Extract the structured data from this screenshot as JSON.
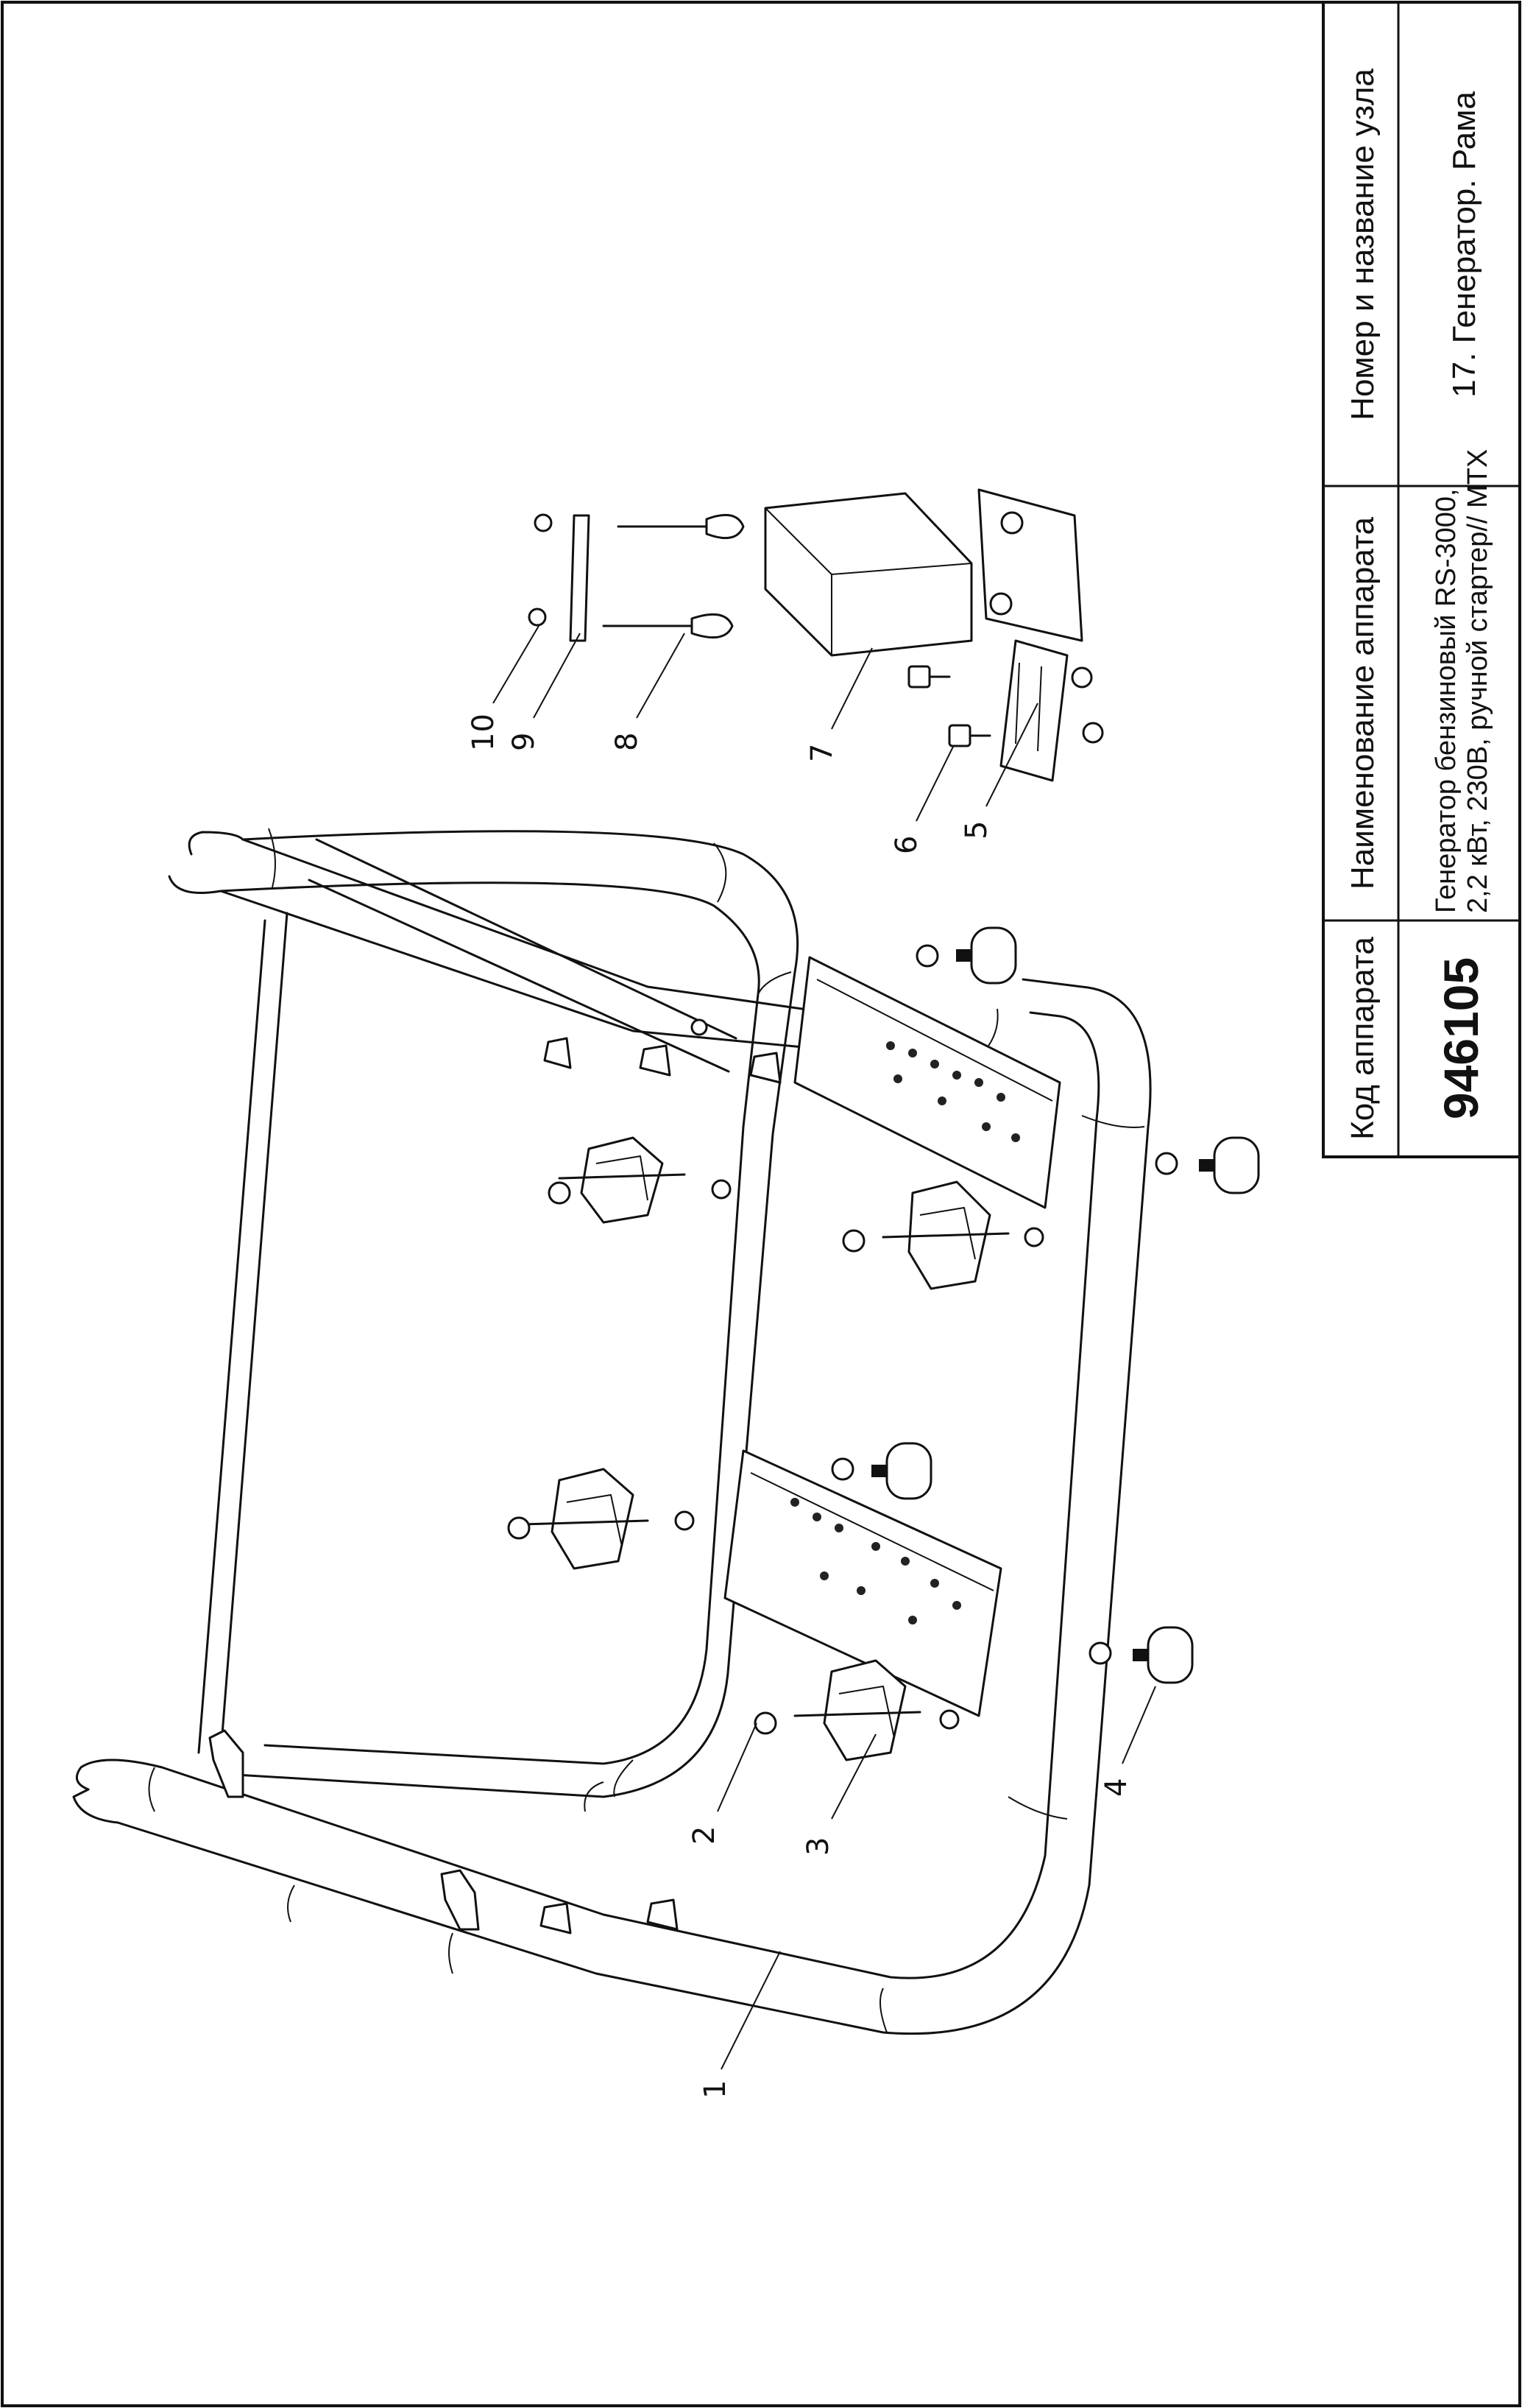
{
  "title_block": {
    "code_header": "Код аппарата",
    "code_value": "946105",
    "name_header": "Наименование аппарата",
    "name_line1": "Генератор бензиновый RS-3000,",
    "name_line2": "2,2 кВт, 230В, ручной стартер// MTX",
    "unit_header": "Номер и название узла",
    "unit_value": "17. Генератор. Рама"
  },
  "callouts": [
    "1",
    "2",
    "3",
    "4",
    "5",
    "6",
    "7",
    "8",
    "9",
    "10"
  ]
}
